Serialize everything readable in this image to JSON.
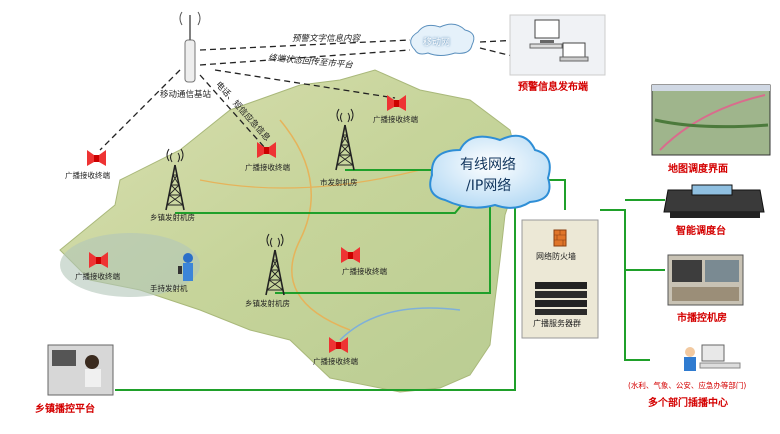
{
  "labels": {
    "base_station": "移动通信基站",
    "warning_text": "预警文字信息内容",
    "status_return": "终端状态回传至市平台",
    "phone_sms": "电话、短信应急信息",
    "mobile_net": "移动网",
    "release_end": "预警信息发布端",
    "map_ui": "地图调度界面",
    "smart_console": "智能调度台",
    "city_room": "市播控机房",
    "dept_sub": "(水利、气象、公安、应急办等部门)",
    "dept_center": "多个部门插播中心",
    "town_platform": "乡镇播控平台",
    "wired_net_1": "有线网络",
    "wired_net_2": "/IP网络",
    "firewall": "网络防火墙",
    "servers": "广播服务器群",
    "receiver": "广播接收终端",
    "city_tx": "市发射机房",
    "town_tx": "乡镇发射机房",
    "handheld_tx": "手持发射机"
  },
  "colors": {
    "green_line": "#1fa02a",
    "red_text": "#d40000",
    "cloud": "#2e8ed6",
    "map_land": "#cfd9a4"
  },
  "icons": {
    "speaker": "red-horn-speaker-icon",
    "tower": "radio-tower-icon",
    "computer": "computer-icon",
    "server": "server-rack-icon",
    "firewall": "firewall-icon"
  }
}
